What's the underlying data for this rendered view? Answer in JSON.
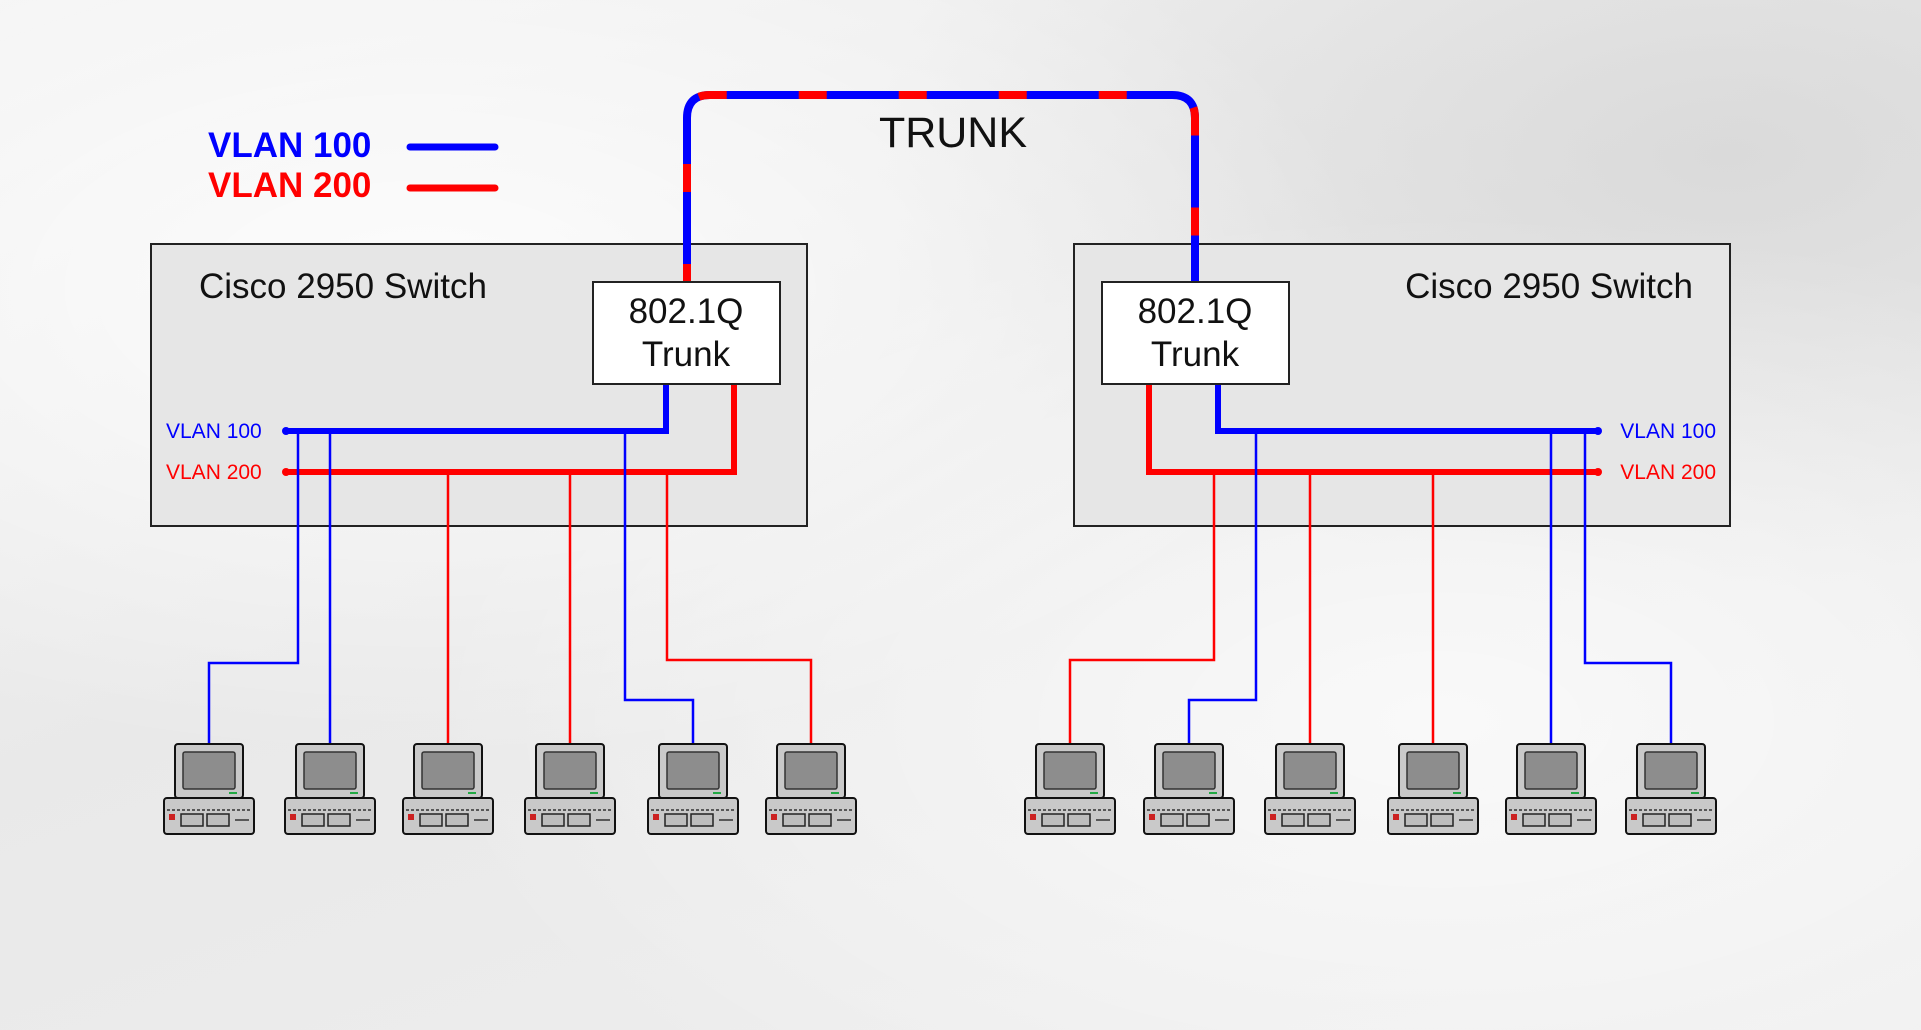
{
  "legend": {
    "vlan100_label": "VLAN 100",
    "vlan200_label": "VLAN 200"
  },
  "trunk_label": "TRUNK",
  "switches": [
    {
      "title": "Cisco 2950 Switch",
      "trunk_box": {
        "line1": "802.1Q",
        "line2": "Trunk"
      },
      "vlan100_label": "VLAN 100",
      "vlan200_label": "VLAN 200"
    },
    {
      "title": "Cisco 2950 Switch",
      "trunk_box": {
        "line1": "802.1Q",
        "line2": "Trunk"
      },
      "vlan100_label": "VLAN 100",
      "vlan200_label": "VLAN 200"
    }
  ],
  "hosts": {
    "left": [
      "VLAN 100",
      "VLAN 100",
      "VLAN 200",
      "VLAN 200",
      "VLAN 100",
      "VLAN 200"
    ],
    "right": [
      "VLAN 200",
      "VLAN 100",
      "VLAN 200",
      "VLAN 200",
      "VLAN 100",
      "VLAN 100"
    ]
  },
  "colors": {
    "vlan100": "#0000ff",
    "vlan200": "#ff0000",
    "switch_fill": "#e6e6e6",
    "trunk_box_fill": "#ffffff"
  },
  "icons": {
    "host": "desktop-computer-icon"
  }
}
